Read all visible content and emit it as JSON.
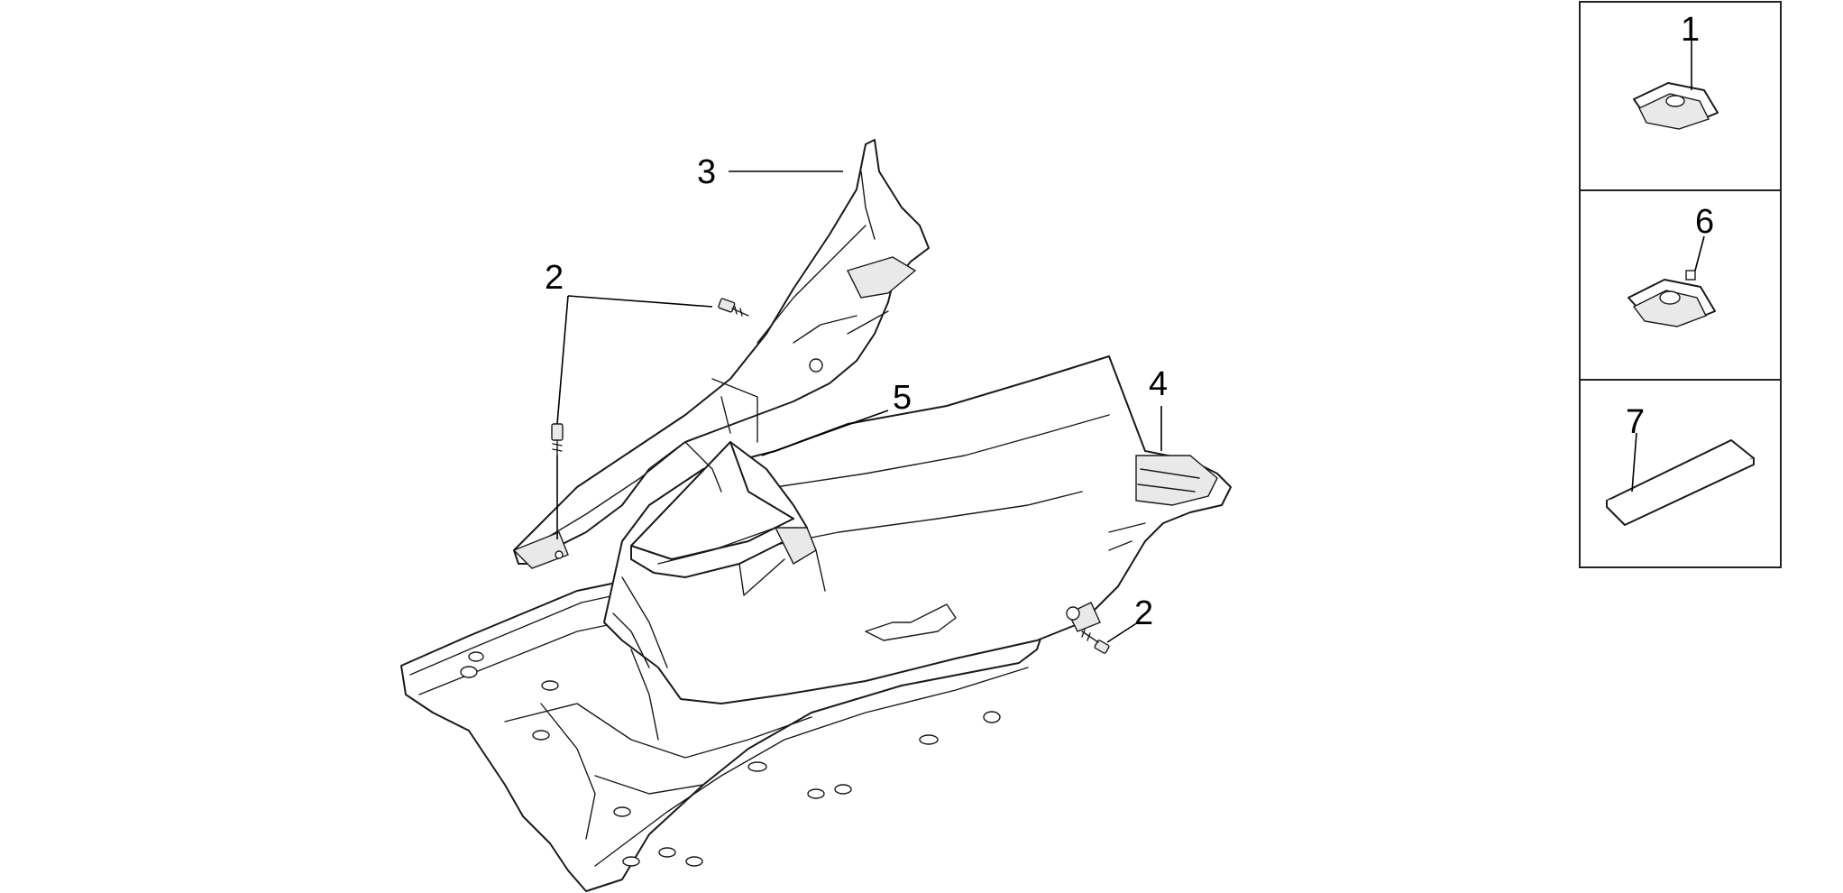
{
  "callouts": {
    "part_1": "1",
    "part_2_upper": "2",
    "part_2_right": "2",
    "part_3": "3",
    "part_4": "4",
    "part_5": "5",
    "part_6": "6",
    "part_7": "7"
  },
  "colors": {
    "line": "#1a1a1a",
    "background": "#ffffff"
  }
}
